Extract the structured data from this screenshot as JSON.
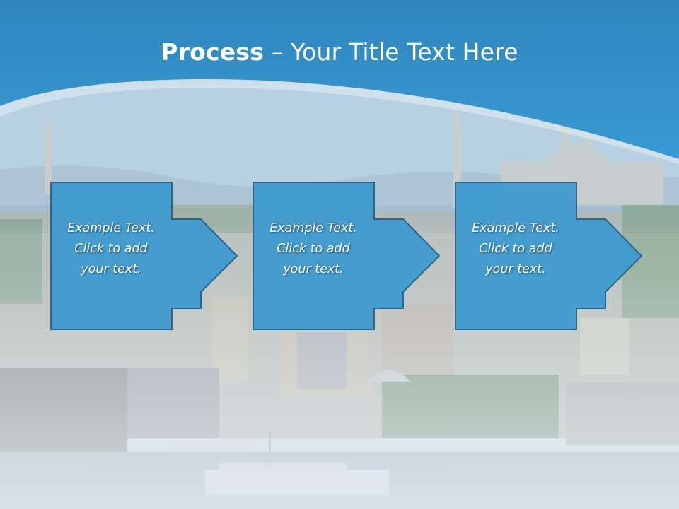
{
  "slide": {
    "title_bold": "Process",
    "title_separator": " – ",
    "title_rest": "Your Title Text Here"
  },
  "steps": [
    {
      "line1": "Example Text.",
      "line2": "Click  to add",
      "line3": "your text."
    },
    {
      "line1": "Example Text.",
      "line2": "Click  to add",
      "line3": "your text."
    },
    {
      "line1": "Example Text.",
      "line2": "Click  to add",
      "line3": "your text."
    }
  ],
  "colors": {
    "header_blue": "#2e8ec8",
    "box_fill": "#3e9ad0",
    "box_border": "#24608a",
    "text": "#ffffff"
  }
}
